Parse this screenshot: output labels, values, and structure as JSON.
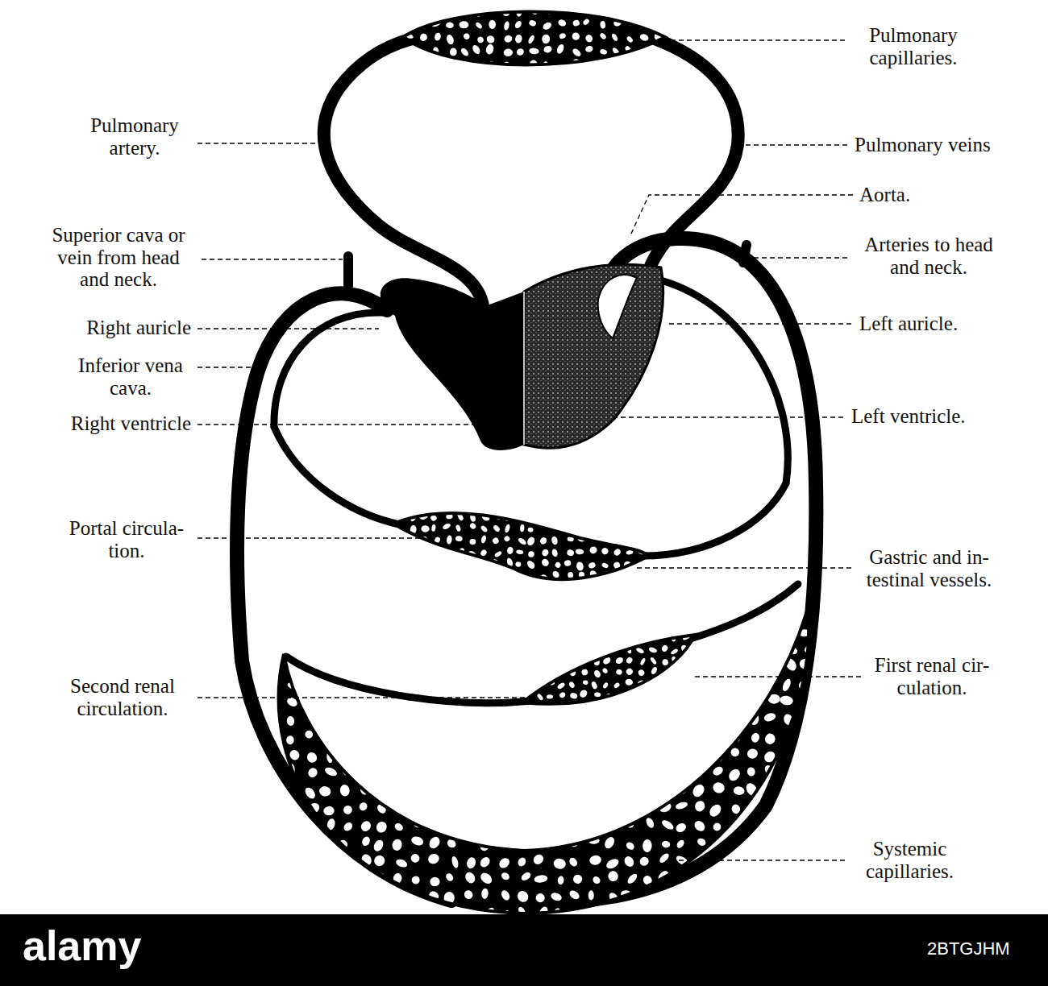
{
  "diagram": {
    "labels": [
      "Pulmonary capillaries.",
      "Pulmonary artery.",
      "Pulmonary veins",
      "Aorta.",
      "Superior cava or vein from head and neck.",
      "Arteries to head and neck.",
      "Right auricle",
      "Left auricle.",
      "Inferior vena cava.",
      "Right ventricle",
      "Left ventricle.",
      "Portal circula- tion.",
      "Gastric and in- testinal vessels.",
      "First renal cir- culation.",
      "Second renal circulation.",
      "Systemic capillaries.",
      "alamy",
      "2BTGJHM"
    ]
  }
}
